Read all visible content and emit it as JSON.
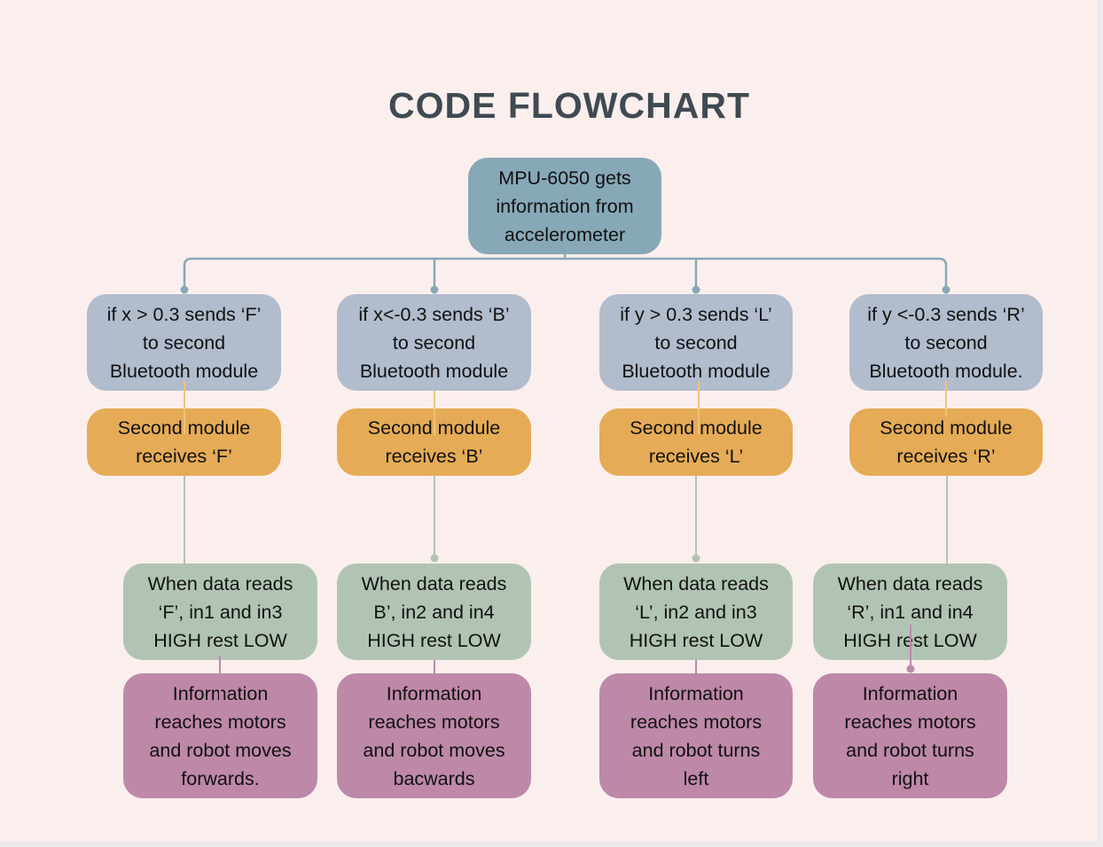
{
  "title": "CODE FLOWCHART",
  "root": "MPU-6050 gets\ninformation from\naccelerometer",
  "branches": [
    {
      "condition": "if  x > 0.3 sends ‘F’\nto second\nBluetooth module",
      "receive": "Second module\nreceives ‘F’",
      "when": "When data reads\n‘F’,  in1 and in3\nHIGH rest LOW",
      "info": "Information\nreaches motors\nand robot moves\nforwards."
    },
    {
      "condition": "if x<-0.3 sends ‘B’\nto second\nBluetooth module",
      "receive": "Second module\nreceives ‘B’",
      "when": "When data reads\nB’, in2 and in4\nHIGH rest LOW",
      "info": "Information\nreaches motors\nand robot moves\nbacwards"
    },
    {
      "condition": "if y > 0.3 sends ‘L’\nto second\nBluetooth module",
      "receive": "Second module\nreceives ‘L’",
      "when": "When data reads\n‘L’, in2 and in3\nHIGH rest LOW",
      "info": "Information\nreaches motors\nand robot turns\nleft"
    },
    {
      "condition": "if y <-0.3 sends ‘R’\nto second\nBluetooth module.",
      "receive": "Second module\nreceives ‘R’",
      "when": "When data reads\n‘R’, in1 and in4\nHIGH rest LOW",
      "info": "Information\nreaches motors\nand robot turns\nright"
    }
  ],
  "colors": {
    "root": "#87a8b7",
    "condition": "#b1bccc",
    "receive": "#e5ab56",
    "when": "#b1c4b3",
    "info": "#be88a8",
    "background": "#fbefed"
  }
}
